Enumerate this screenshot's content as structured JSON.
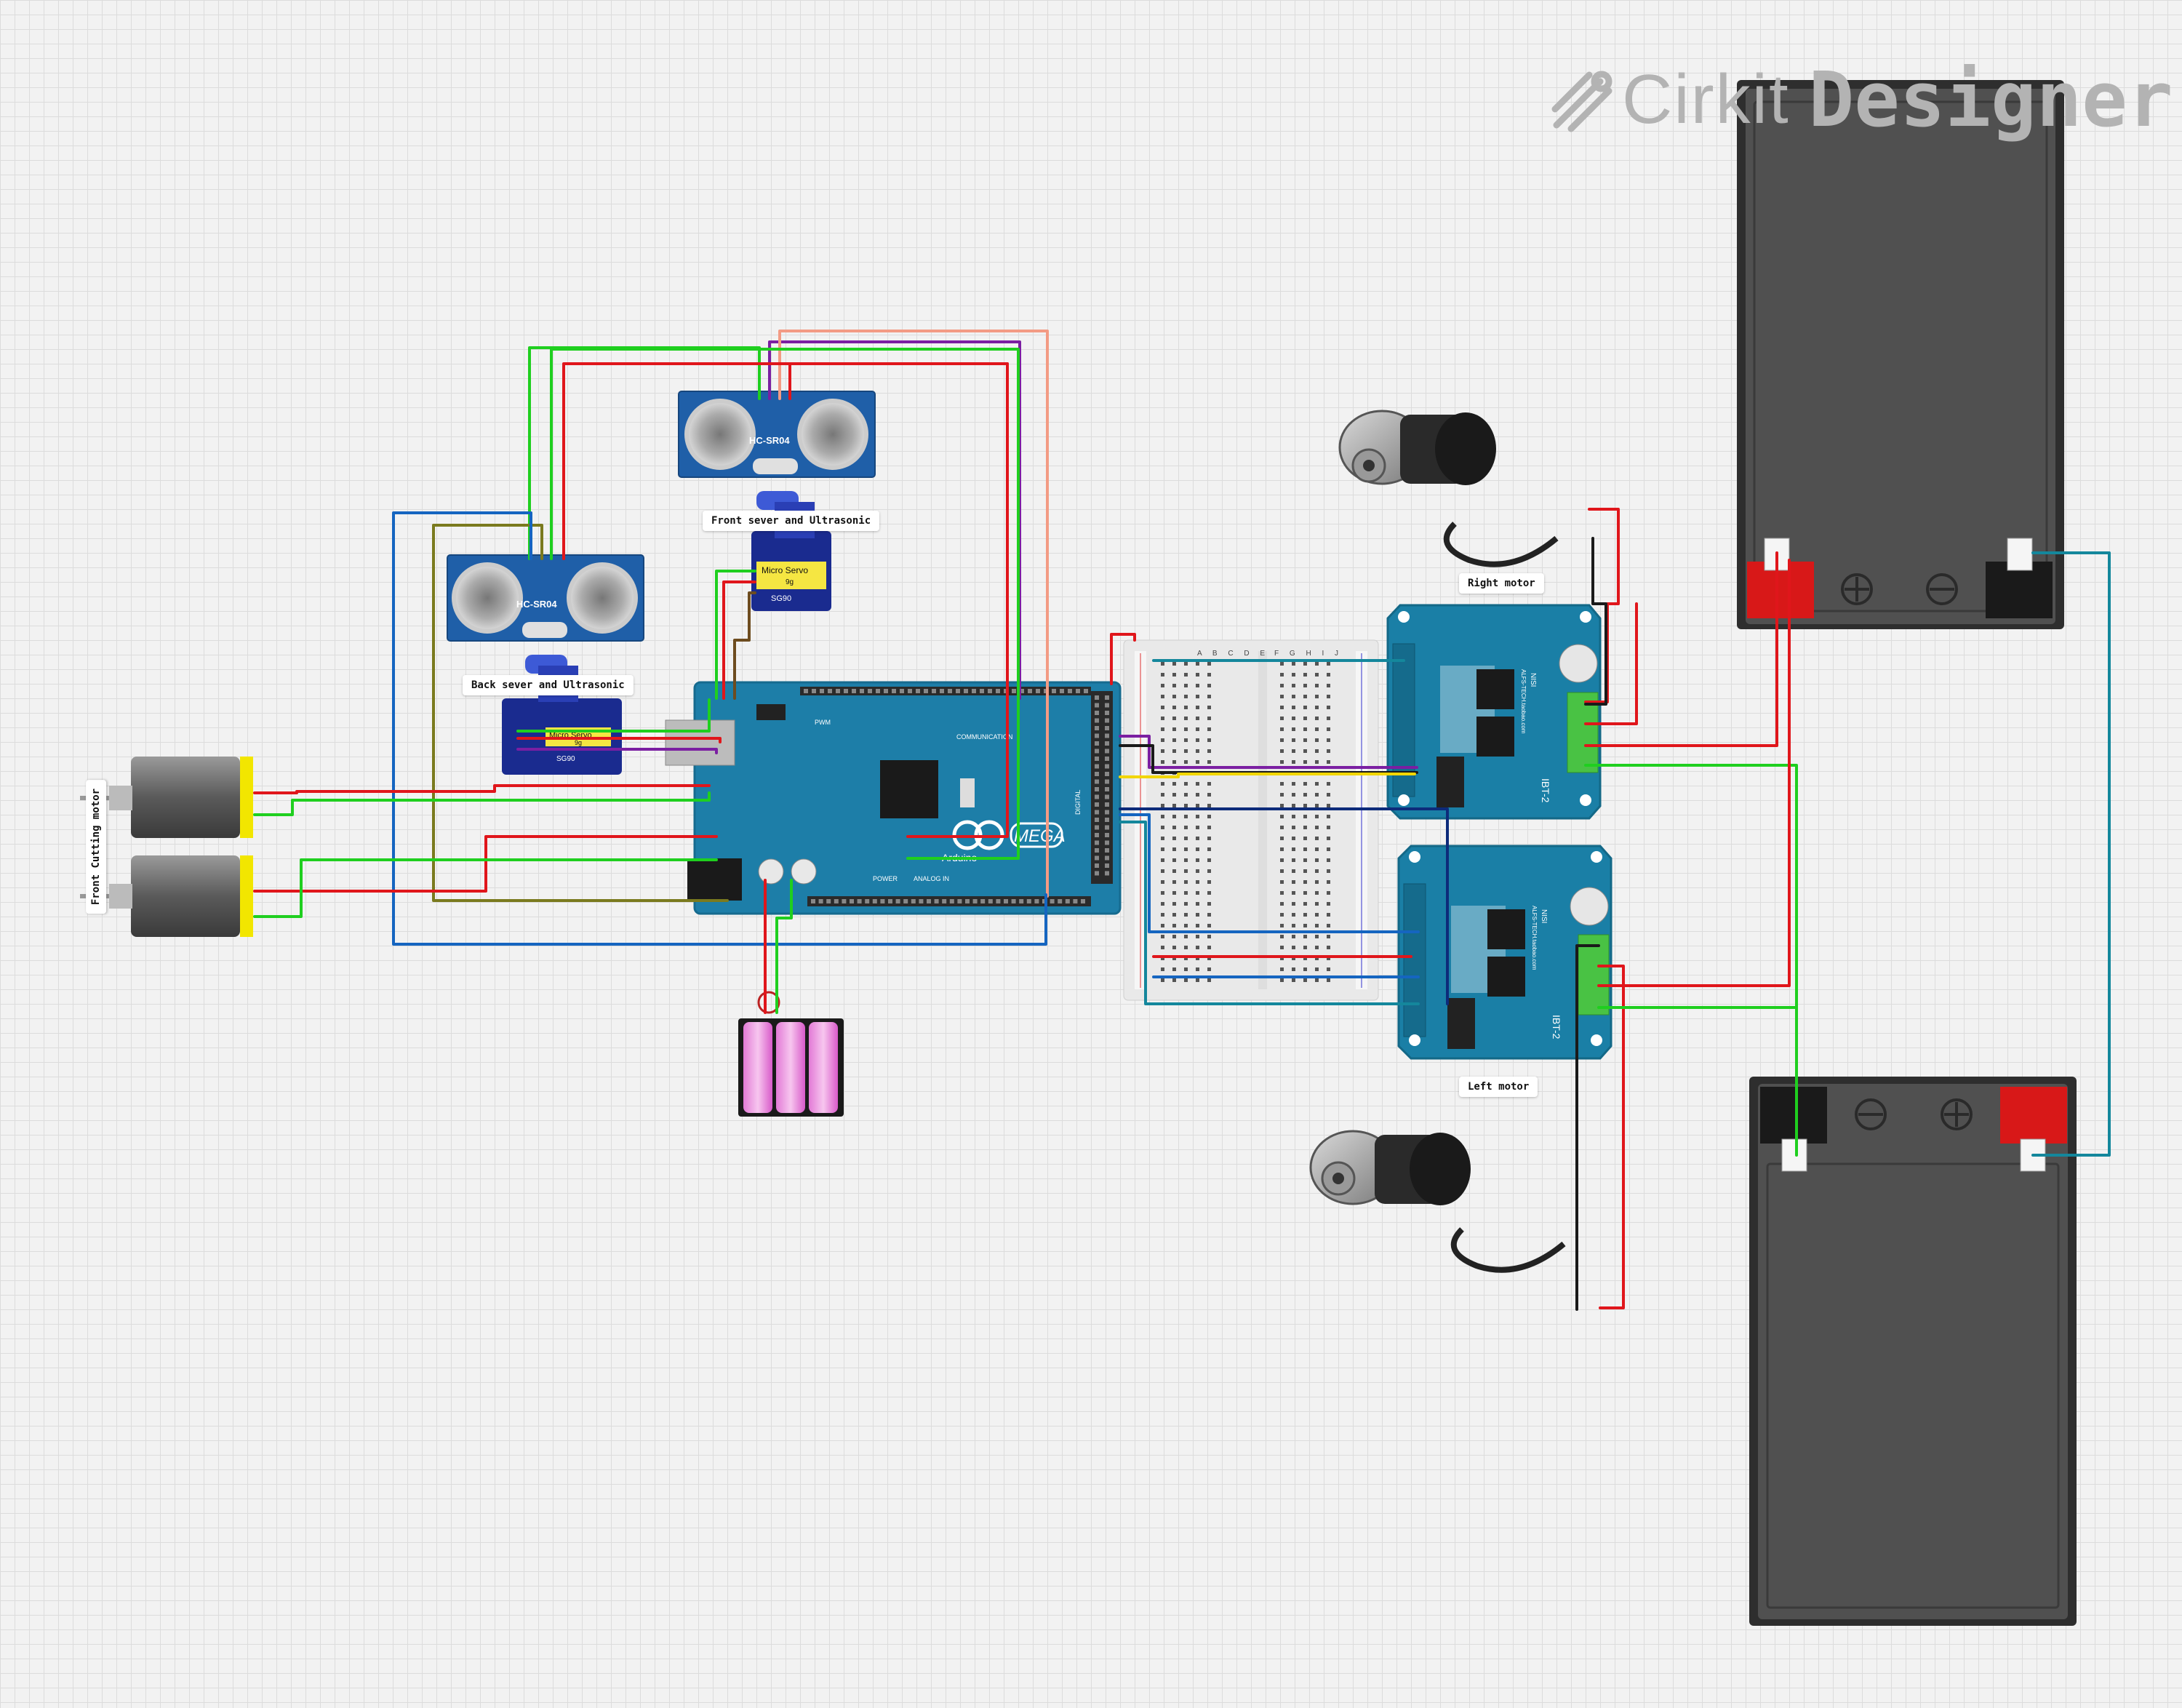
{
  "brand": {
    "name_light": "Cirkit",
    "name_bold": "Designer"
  },
  "labels": {
    "front_servo_ultrasonic": "Front sever and Ultrasonic",
    "back_servo_ultrasonic": "Back sever and Ultrasonic",
    "front_cutting_motor": "Front Cutting motor",
    "right_motor": "Right motor",
    "left_motor": "Left motor"
  },
  "components": {
    "ultrasonic_model": "HC-SR04",
    "servo_model": "Micro Servo",
    "servo_size": "9g",
    "servo_part": "SG90",
    "arduino_brand": "Arduino",
    "arduino_model": "MEGA",
    "driver_model": "IBT-2",
    "driver_brand": "NISI",
    "driver_vendor": "ALFS-TECH.taobao.com",
    "mega_power_label": "POWER",
    "mega_analog_label": "ANALOG IN",
    "mega_comm_label": "COMMUNICATION",
    "mega_pwm_label": "PWM",
    "mega_digital_label": "DIGITAL",
    "breadboard_cols_left": "A B C D E",
    "breadboard_cols_right": "F G H I J"
  },
  "colors": {
    "board_blue": "#1d7ea8",
    "driver_blue": "#1a7fa6",
    "wire_red": "#e0161b",
    "wire_green": "#1fcf1f",
    "wire_blue": "#1565c0",
    "wire_teal": "#14879c",
    "wire_purple": "#7b1fa2",
    "wire_yellow": "#f2d600",
    "wire_black": "#111111",
    "wire_olive": "#7a7a1e",
    "wire_brown": "#6d4c1f",
    "battery_red": "#d81818"
  }
}
